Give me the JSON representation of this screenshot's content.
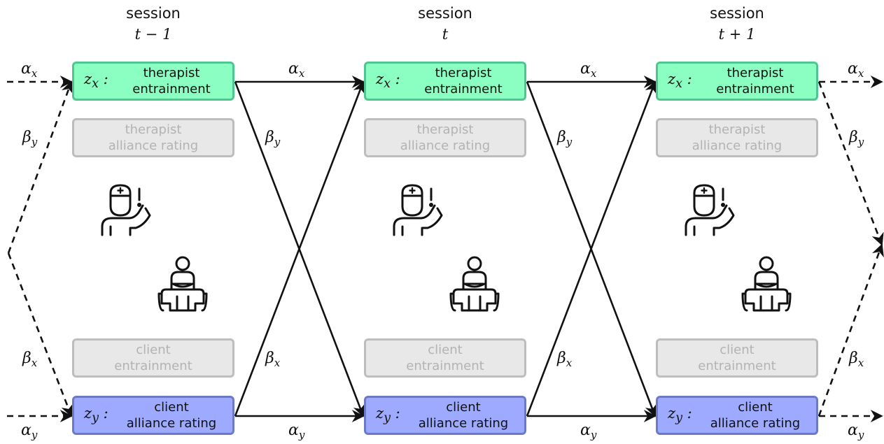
{
  "sessions": [
    {
      "header_line1": "session",
      "header_line2": "t − 1"
    },
    {
      "header_line1": "session",
      "header_line2": "t"
    },
    {
      "header_line1": "session",
      "header_line2": "t + 1"
    }
  ],
  "boxes": {
    "zx_var": "z",
    "zx_sub": "x",
    "zy_var": "z",
    "zy_sub": "y",
    "colon": ":",
    "therapist_entrainment_line1": "therapist",
    "therapist_entrainment_line2": "entrainment",
    "therapist_alliance_line1": "therapist",
    "therapist_alliance_line2": "alliance rating",
    "client_entrainment_line1": "client",
    "client_entrainment_line2": "entrainment",
    "client_alliance_line1": "client",
    "client_alliance_line2": "alliance rating"
  },
  "edge_labels": {
    "alpha": "α",
    "beta": "β",
    "x": "x",
    "y": "y"
  },
  "icons": [
    "therapist-icon",
    "client-seated-icon"
  ],
  "colors": {
    "therapist_box_fill": "#8affc1",
    "therapist_box_border": "#4fc590",
    "client_box_fill": "#9daaff",
    "client_box_border": "#6b79c7",
    "inactive_box_fill": "#e8e8e8",
    "inactive_box_border": "#bdbdbd",
    "inactive_text": "#b3b3b3"
  }
}
